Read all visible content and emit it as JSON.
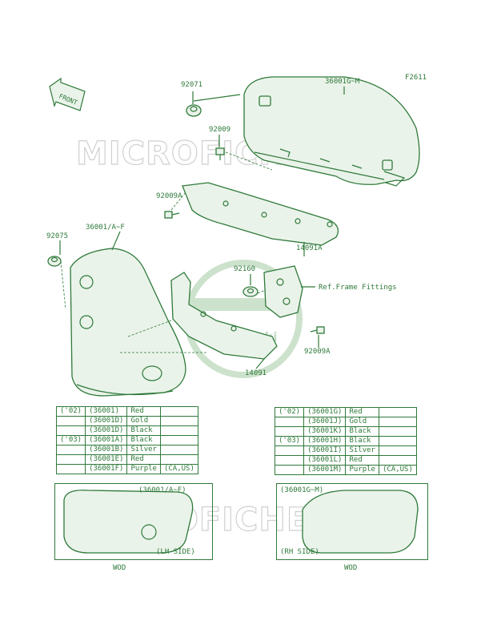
{
  "page_code": "F2611",
  "front_label": "FRONT",
  "watermark": "MICROFICHES.NET",
  "logo_text": "Kawasaki",
  "callouts": {
    "c92071": "92071",
    "c36001GM": "36001G~M",
    "c92009": "92009",
    "c92009A_top": "92009A",
    "c36001AF": "36001/A~F",
    "c92075": "92075",
    "c14091A": "14091A",
    "c92160": "92160",
    "ref_frame": "Ref.Frame Fittings",
    "c92009A_bot": "92009A",
    "c14091": "14091"
  },
  "left_table": [
    {
      "year": "('02)",
      "part": "(36001)",
      "color": "Red",
      "note": ""
    },
    {
      "year": "",
      "part": "(36001D)",
      "color": "Gold",
      "note": ""
    },
    {
      "year": "",
      "part": "(36001D)",
      "color": "Black",
      "note": ""
    },
    {
      "year": "('03)",
      "part": "(36001A)",
      "color": "Black",
      "note": ""
    },
    {
      "year": "",
      "part": "(36001B)",
      "color": "Silver",
      "note": ""
    },
    {
      "year": "",
      "part": "(36001E)",
      "color": "Red",
      "note": ""
    },
    {
      "year": "",
      "part": "(36001F)",
      "color": "Purple",
      "note": "(CA,US)"
    }
  ],
  "right_table": [
    {
      "year": "('02)",
      "part": "(36001G)",
      "color": "Red",
      "note": ""
    },
    {
      "year": "",
      "part": "(36001J)",
      "color": "Gold",
      "note": ""
    },
    {
      "year": "",
      "part": "(36001K)",
      "color": "Black",
      "note": ""
    },
    {
      "year": "('03)",
      "part": "(36001H)",
      "color": "Black",
      "note": ""
    },
    {
      "year": "",
      "part": "(36001I)",
      "color": "Silver",
      "note": ""
    },
    {
      "year": "",
      "part": "(36001L)",
      "color": "Red",
      "note": ""
    },
    {
      "year": "",
      "part": "(36001M)",
      "color": "Purple",
      "note": "(CA,US)"
    }
  ],
  "left_box": {
    "code": "(36001/A~F)",
    "side": "(LH SIDE)",
    "caption": "WOD"
  },
  "right_box": {
    "code": "(36001G~M)",
    "side": "(RH SIDE)",
    "caption": "WOD"
  },
  "colors": {
    "line": "#2f7a3a",
    "watermark": "#d0d0d0",
    "fill": "#eaf3ea"
  }
}
